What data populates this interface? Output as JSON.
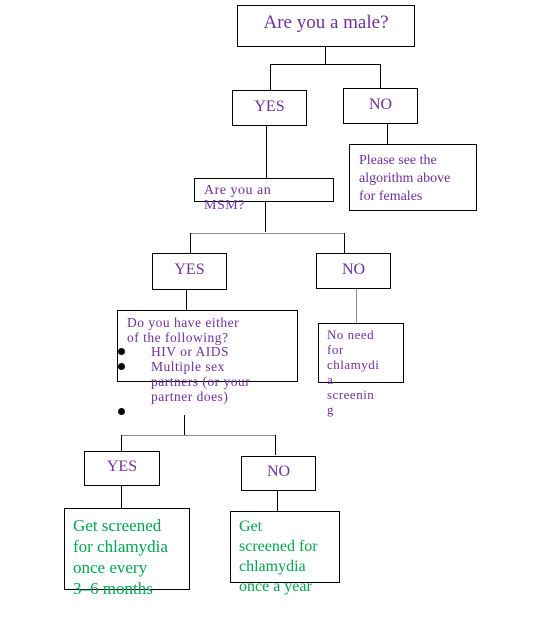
{
  "nodes": {
    "q_male": "Are you a male?",
    "male_yes": "YES",
    "male_no": "NO",
    "female_ref": "Please see the\nalgorithm above\nfor females",
    "q_msm": "Are you an\nMSM?",
    "msm_yes": "YES",
    "msm_no": "NO",
    "no_need": "No need\nfor\nchlamydi\na\nscreenin\ng",
    "q_either": "Do you have either\nof the following?",
    "either_items": [
      "HIV or AIDS",
      "Multiple sex\npartners (or your\npartner does)"
    ],
    "either_yes": "YES",
    "either_no": "NO",
    "screen_3_6": "Get screened\nfor chlamydia\nonce every\n3–6 months",
    "screen_year": "Get\nscreened for\nchlamydia\nonce a year"
  },
  "colors": {
    "question_text": "#7030a0",
    "outcome_text": "#00a650",
    "lines": "#000000"
  }
}
